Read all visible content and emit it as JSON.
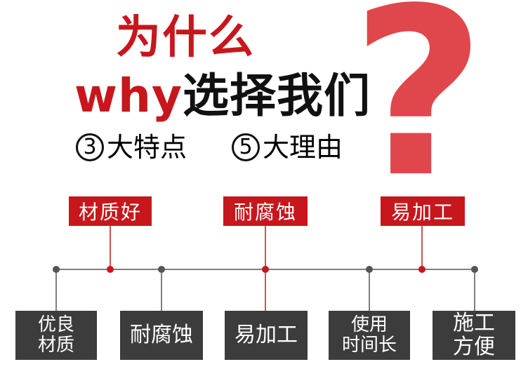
{
  "heading": {
    "line1": "为什么",
    "line2_prefix": "why",
    "line2_suffix": "选择我们",
    "question_mark": "?"
  },
  "subheading": {
    "part1_number": "3",
    "part1_text": "大特点",
    "part2_number": "5",
    "part2_text": "大理由"
  },
  "features": [
    {
      "label": "材质好"
    },
    {
      "label": "耐腐蚀"
    },
    {
      "label": "易加工"
    }
  ],
  "reasons": [
    {
      "label": "优良\n材质"
    },
    {
      "label": "耐腐蚀"
    },
    {
      "label": "易加工"
    },
    {
      "label": "使用\n时间长"
    },
    {
      "label": "施工\n方便"
    }
  ],
  "colors": {
    "accent_red": "#c8161d",
    "question_red": "#e0474c",
    "box_grey": "#3c3c3c",
    "text_dark": "#111111",
    "line_grey": "#555555"
  }
}
